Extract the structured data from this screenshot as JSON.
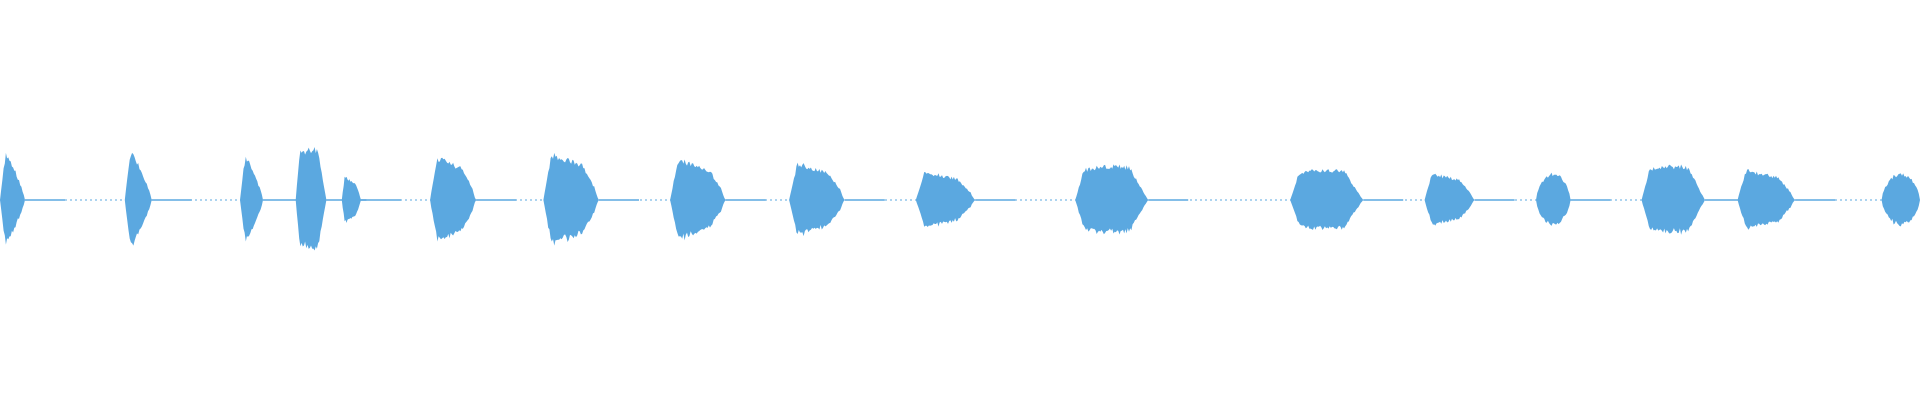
{
  "waveform": {
    "color": "#5ba8e0",
    "background": "#ffffff",
    "bursts": [
      {
        "start": 0.0,
        "end": 0.013,
        "peak": 0.32,
        "shape": "spike"
      },
      {
        "start": 0.065,
        "end": 0.079,
        "peak": 0.33,
        "shape": "spike"
      },
      {
        "start": 0.125,
        "end": 0.137,
        "peak": 0.3,
        "shape": "spike"
      },
      {
        "start": 0.154,
        "end": 0.17,
        "peak": 0.27,
        "shape": "plateau"
      },
      {
        "start": 0.178,
        "end": 0.188,
        "peak": 0.13,
        "shape": "decay"
      },
      {
        "start": 0.224,
        "end": 0.248,
        "peak": 0.24,
        "shape": "decay"
      },
      {
        "start": 0.283,
        "end": 0.312,
        "peak": 0.26,
        "shape": "decay"
      },
      {
        "start": 0.349,
        "end": 0.378,
        "peak": 0.23,
        "shape": "decay"
      },
      {
        "start": 0.411,
        "end": 0.44,
        "peak": 0.21,
        "shape": "decay"
      },
      {
        "start": 0.477,
        "end": 0.508,
        "peak": 0.16,
        "shape": "decay"
      },
      {
        "start": 0.56,
        "end": 0.598,
        "peak": 0.18,
        "shape": "plateau"
      },
      {
        "start": 0.672,
        "end": 0.71,
        "peak": 0.16,
        "shape": "plateau"
      },
      {
        "start": 0.742,
        "end": 0.768,
        "peak": 0.15,
        "shape": "decay"
      },
      {
        "start": 0.8,
        "end": 0.818,
        "peak": 0.14,
        "shape": "round"
      },
      {
        "start": 0.855,
        "end": 0.888,
        "peak": 0.18,
        "shape": "plateau"
      },
      {
        "start": 0.905,
        "end": 0.935,
        "peak": 0.17,
        "shape": "decay"
      },
      {
        "start": 0.98,
        "end": 1.0,
        "peak": 0.14,
        "shape": "round"
      }
    ],
    "baseline_noise": 0.006
  }
}
